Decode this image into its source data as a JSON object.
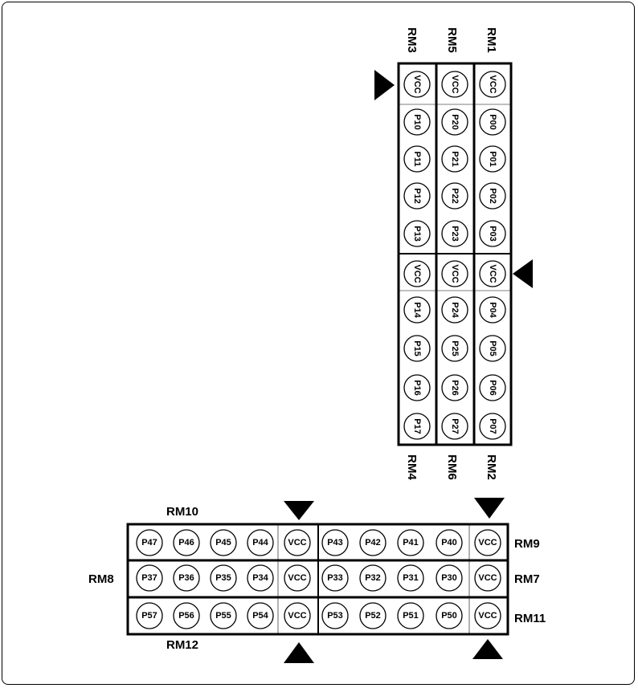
{
  "vertical_array": {
    "top_labels": [
      "RM3",
      "RM5",
      "RM1"
    ],
    "bottom_labels": [
      "RM4",
      "RM6",
      "RM2"
    ],
    "columns": [
      [
        "VCC",
        "P10",
        "P11",
        "P12",
        "P13",
        "VCC",
        "P14",
        "P15",
        "P16",
        "P17"
      ],
      [
        "VCC",
        "P20",
        "P21",
        "P22",
        "P23",
        "VCC",
        "P24",
        "P25",
        "P26",
        "P27"
      ],
      [
        "VCC",
        "P00",
        "P01",
        "P02",
        "P03",
        "VCC",
        "P04",
        "P05",
        "P06",
        "P07"
      ]
    ]
  },
  "horizontal_array": {
    "label_top": "RM10",
    "label_bottom": "RM12",
    "label_left_middle": "RM8",
    "right_labels": [
      "RM9",
      "RM7",
      "RM11"
    ],
    "rows": [
      [
        "P47",
        "P46",
        "P45",
        "P44",
        "VCC",
        "P43",
        "P42",
        "P41",
        "P40",
        "VCC"
      ],
      [
        "P37",
        "P36",
        "P35",
        "P34",
        "VCC",
        "P33",
        "P32",
        "P31",
        "P30",
        "VCC"
      ],
      [
        "P57",
        "P56",
        "P55",
        "P54",
        "VCC",
        "P53",
        "P52",
        "P51",
        "P50",
        "VCC"
      ]
    ]
  }
}
